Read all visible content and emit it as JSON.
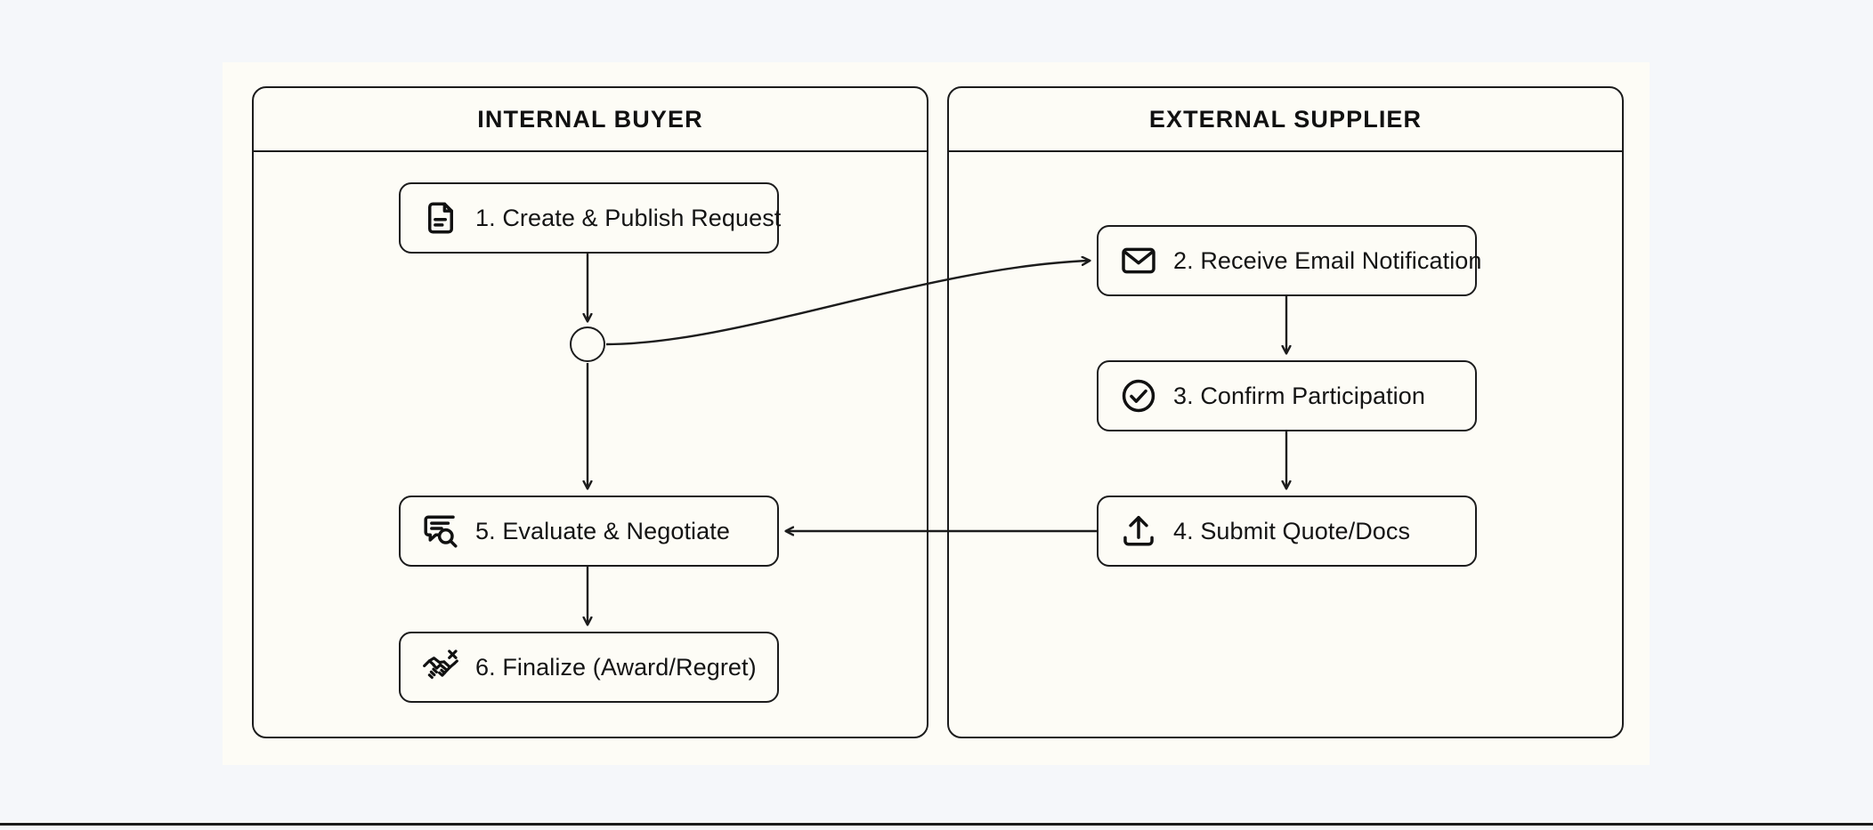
{
  "diagram": {
    "type": "swimlane-flowchart",
    "background_color": "#f5f7fa",
    "canvas_color": "#fdfcf6",
    "stroke_color": "#1c1c1c",
    "text_color": "#141414",
    "lanes": [
      {
        "id": "internal-buyer",
        "title": "INTERNAL BUYER",
        "nodes": [
          {
            "id": "n1",
            "label": "1. Create & Publish Request",
            "icon": "document-icon"
          },
          {
            "id": "n5",
            "label": "5. Evaluate & Negotiate",
            "icon": "chat-search-icon"
          },
          {
            "id": "n6",
            "label": "6. Finalize (Award/Regret)",
            "icon": "handshake-x-icon"
          }
        ]
      },
      {
        "id": "external-supplier",
        "title": "EXTERNAL SUPPLIER",
        "nodes": [
          {
            "id": "n2",
            "label": "2. Receive Email Notification",
            "icon": "envelope-icon"
          },
          {
            "id": "n3",
            "label": "3. Confirm Participation",
            "icon": "check-circle-icon"
          },
          {
            "id": "n4",
            "label": "4. Submit Quote/Docs",
            "icon": "upload-icon"
          }
        ]
      }
    ],
    "junction": {
      "id": "split-junction",
      "shape": "circle"
    },
    "connectors": [
      {
        "id": "c1",
        "from": "n1",
        "to": "split-junction",
        "style": "straight-vertical",
        "arrow": true
      },
      {
        "id": "c2",
        "from": "split-junction",
        "to": "n2",
        "style": "curved",
        "arrow": true
      },
      {
        "id": "c3",
        "from": "split-junction",
        "to": "n5",
        "style": "straight-vertical",
        "arrow": true
      },
      {
        "id": "c4",
        "from": "n2",
        "to": "n3",
        "style": "straight-vertical",
        "arrow": true
      },
      {
        "id": "c5",
        "from": "n3",
        "to": "n4",
        "style": "straight-vertical",
        "arrow": true
      },
      {
        "id": "c6",
        "from": "n4",
        "to": "n5",
        "style": "straight-horizontal",
        "arrow": true
      },
      {
        "id": "c7",
        "from": "n5",
        "to": "n6",
        "style": "straight-vertical",
        "arrow": true
      }
    ]
  }
}
